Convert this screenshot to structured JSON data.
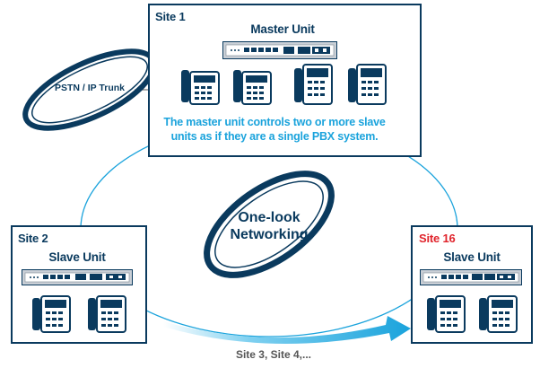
{
  "pstn": {
    "label": "PSTN / IP Trunk"
  },
  "network": {
    "line1": "One-look",
    "line2": "Networking"
  },
  "site1": {
    "title": "Site 1",
    "unit": "Master Unit",
    "caption_line1": "The master unit controls two or more slave",
    "caption_line2": "units as if they are a single PBX system."
  },
  "site2": {
    "title": "Site 2",
    "unit": "Slave Unit"
  },
  "site16": {
    "title": "Site 16",
    "unit": "Slave Unit"
  },
  "footer": {
    "text": "Site 3, Site 4,..."
  },
  "colors": {
    "navy": "#0a3a5e",
    "accent_blue": "#1aa3dc",
    "site16_red": "#e0232b",
    "unit_gray": "#c9cfd6"
  },
  "icons": [
    "ip-phone-icon",
    "pbx-unit-icon",
    "ring-icon",
    "arrow-icon"
  ]
}
